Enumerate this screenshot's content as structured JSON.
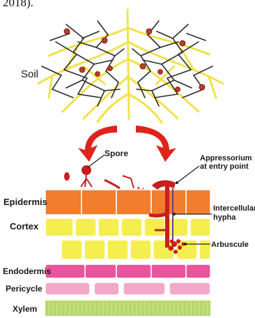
{
  "caption": "2018).",
  "labels": {
    "soil": "Soil",
    "spore": "Spore",
    "appressorium": "Appressorium\nat entry point",
    "epidermis": "Epidermis",
    "cortex": "Cortex",
    "intercellular_hypha": "Intercellular\nhypha",
    "arbuscule": "Arbuscule",
    "endodermis": "Endodermis",
    "pericycle": "Pericycle",
    "xylem": "Xylem"
  },
  "colors": {
    "root_yellow": "#f2e24a",
    "hypha_black": "#2a2a2a",
    "spore_red": "#c0392b",
    "arrow_red": "#e0241b",
    "epidermis": "#f07e2e",
    "cortex": "#f5ee4f",
    "endodermis": "#e8559c",
    "pericycle": "#f2a9c9",
    "xylem": "#b6d86a",
    "fungus_red": "#c81e1e",
    "hypha_purple": "#6a3f8f"
  }
}
